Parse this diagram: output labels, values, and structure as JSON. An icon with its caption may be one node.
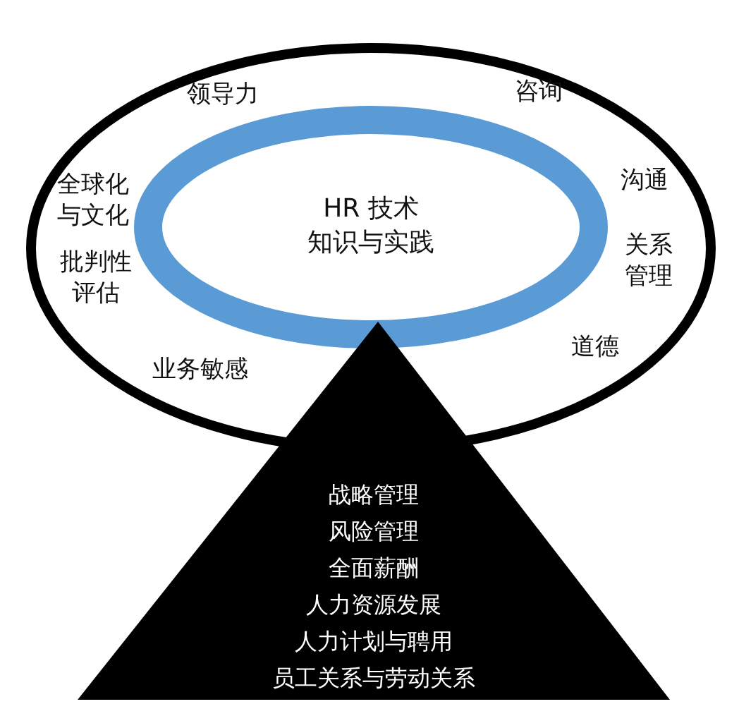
{
  "diagram": {
    "nodes": [
      {
        "text": [
          "领导力",
          "咨询",
          "全球化与文化",
          "沟通",
          "批判性评估",
          "关系管理",
          "道德",
          "业务敏感"
        ]
      },
      {
        "text": [
          "HR 技术",
          "知识与实践"
        ],
        "in": 0
      },
      {
        "text": [
          "战略管理",
          "风险管理",
          "全面薪酬",
          "人力资源发展",
          "人力计划与聘用",
          "员工关系与劳动关系"
        ]
      }
    ]
  }
}
